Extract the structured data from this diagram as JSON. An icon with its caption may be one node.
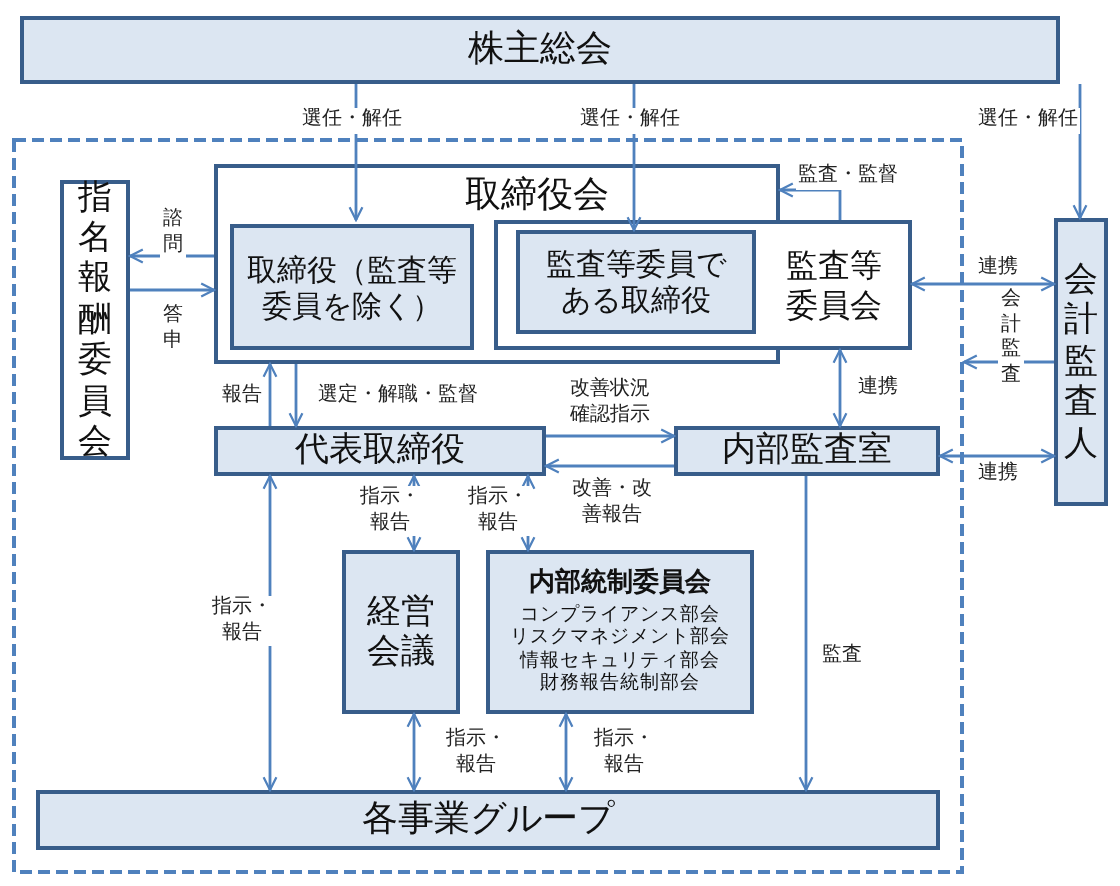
{
  "diagram": {
    "nodes": [
      {
        "text": [
          "株主総会"
        ]
      },
      {
        "text": [],
        "shape": "box"
      },
      {
        "text": [
          "指名報酬委員会"
        ],
        "in": 1
      },
      {
        "text": [
          "取締役会"
        ],
        "in": 1
      },
      {
        "text": [
          "取締役（監査等委員を除く）"
        ],
        "in": 3
      },
      {
        "text": [
          "監査等委員会"
        ],
        "in": 1
      },
      {
        "text": [
          "監査等委員である取締役"
        ]
      },
      {
        "text": [
          "代表取締役"
        ],
        "in": 1
      },
      {
        "text": [
          "内部監査室"
        ],
        "in": 1
      },
      {
        "text": [
          "経営会議"
        ],
        "in": 1
      },
      {
        "text": [
          "内部統制委員会",
          "コンプライアンス部会",
          "リスクマネジメント部会",
          "情報セキュリティ部会",
          "財務報告統制部会"
        ],
        "in": 1
      },
      {
        "text": [
          "各事業グループ"
        ],
        "in": 1
      },
      {
        "text": [
          "会計監査人"
        ]
      }
    ],
    "edges": [
      {
        "from": 0,
        "to": 4,
        "arrow": "to",
        "label": "選任・解任"
      },
      {
        "from": 0,
        "to": 6,
        "arrow": "to",
        "label": "選任・解任"
      },
      {
        "from": 0,
        "to": 12,
        "arrow": "to",
        "label": "選任・解任"
      },
      {
        "from": 3,
        "to": 2,
        "arrow": "to",
        "label": "諮問"
      },
      {
        "from": 2,
        "to": 3,
        "arrow": "to",
        "label": "答申"
      },
      {
        "from": 5,
        "to": 3,
        "arrow": "to",
        "label": "監査・監督"
      },
      {
        "from": 5,
        "to": 12,
        "arrow": "both",
        "label": "連携"
      },
      {
        "from": 12,
        "to": 1,
        "arrow": "to",
        "label": "会計監査"
      },
      {
        "from": 5,
        "to": 8,
        "arrow": "both",
        "label": "連携"
      },
      {
        "from": 8,
        "to": 12,
        "arrow": "both",
        "label": "連携"
      },
      {
        "from": 7,
        "to": 3,
        "arrow": "to",
        "label": "報告"
      },
      {
        "from": 3,
        "to": 7,
        "arrow": "to",
        "label": "選定・解職・監督"
      },
      {
        "from": 7,
        "to": 8,
        "arrow": "to",
        "label": "改善状況確認指示"
      },
      {
        "from": 8,
        "to": 7,
        "arrow": "to",
        "label": "改善・改善報告"
      },
      {
        "from": 7,
        "to": 9,
        "arrow": "both",
        "label": "指示・報告"
      },
      {
        "from": 7,
        "to": 10,
        "arrow": "both",
        "label": "指示・報告"
      },
      {
        "from": 7,
        "to": 11,
        "arrow": "both",
        "label": "指示・報告"
      },
      {
        "from": 9,
        "to": 11,
        "arrow": "both",
        "label": "指示・報告"
      },
      {
        "from": 10,
        "to": 11,
        "arrow": "both",
        "label": "指示・報告"
      },
      {
        "from": 8,
        "to": 11,
        "arrow": "to",
        "label": "監査"
      }
    ]
  }
}
